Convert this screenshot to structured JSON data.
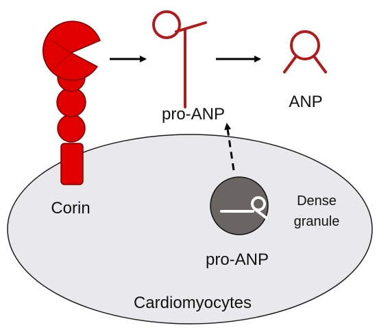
{
  "labels": {
    "corin": "Corin",
    "pro_anp_top": "pro-ANP",
    "anp": "ANP",
    "pro_anp_granule": "pro-ANP",
    "dense": "Dense",
    "granule": "granule",
    "cardiomyocytes": "Cardiomyocytes"
  },
  "colors": {
    "corin_fill": "#e00000",
    "corin_stroke": "#7a0000",
    "peptide": "#b31b1b",
    "cell_fill": "#e9e9eb",
    "cell_stroke": "#1a1a1a",
    "granule_fill": "#6a6463",
    "granule_stroke": "#111111",
    "granule_peptide": "#ffffff",
    "arrow": "#000000"
  },
  "icons": {
    "corin": "corin-protease-icon",
    "pro_anp": "pro-anp-peptide-icon",
    "anp": "anp-peptide-icon",
    "granule": "dense-granule-icon"
  }
}
